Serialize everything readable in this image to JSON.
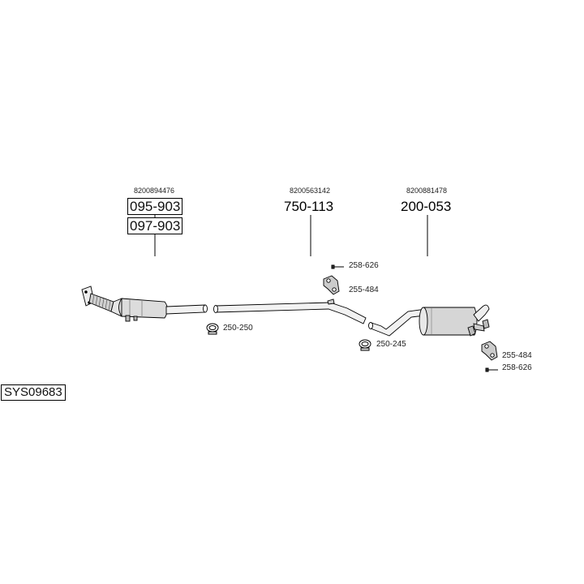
{
  "system_id": "SYS09683",
  "parts": {
    "front": {
      "oem": "8200894476",
      "codes": [
        "095-903",
        "097-903"
      ]
    },
    "middle": {
      "oem": "8200563142",
      "code": "750-113"
    },
    "rear": {
      "oem": "8200881478",
      "code": "200-053"
    }
  },
  "accessories": {
    "bolt_top": "258-626",
    "hanger_top": "255-484",
    "clamp_front": "250-250",
    "clamp_rear": "250-245",
    "hanger_rear": "255-484",
    "bolt_rear": "258-626"
  },
  "colors": {
    "line": "#000000",
    "fill_light": "#eeeeee",
    "fill_mid": "#d6d6d6",
    "fill_dark": "#aaaaaa"
  },
  "icons": [
    "clamp-icon",
    "bolt-icon",
    "hanger-icon"
  ]
}
